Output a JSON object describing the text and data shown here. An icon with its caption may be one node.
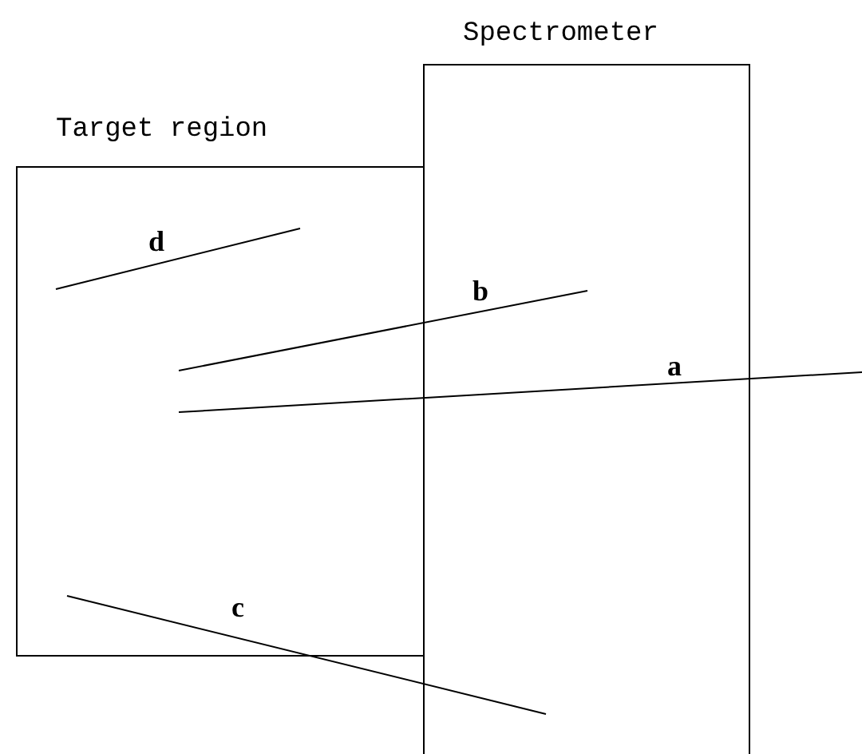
{
  "diagram": {
    "nodes": [
      {
        "text": [
          "Spectrometer"
        ]
      },
      {
        "text": [
          "Target region"
        ]
      }
    ],
    "labels": [
      "d",
      "b",
      "a",
      "c"
    ]
  }
}
